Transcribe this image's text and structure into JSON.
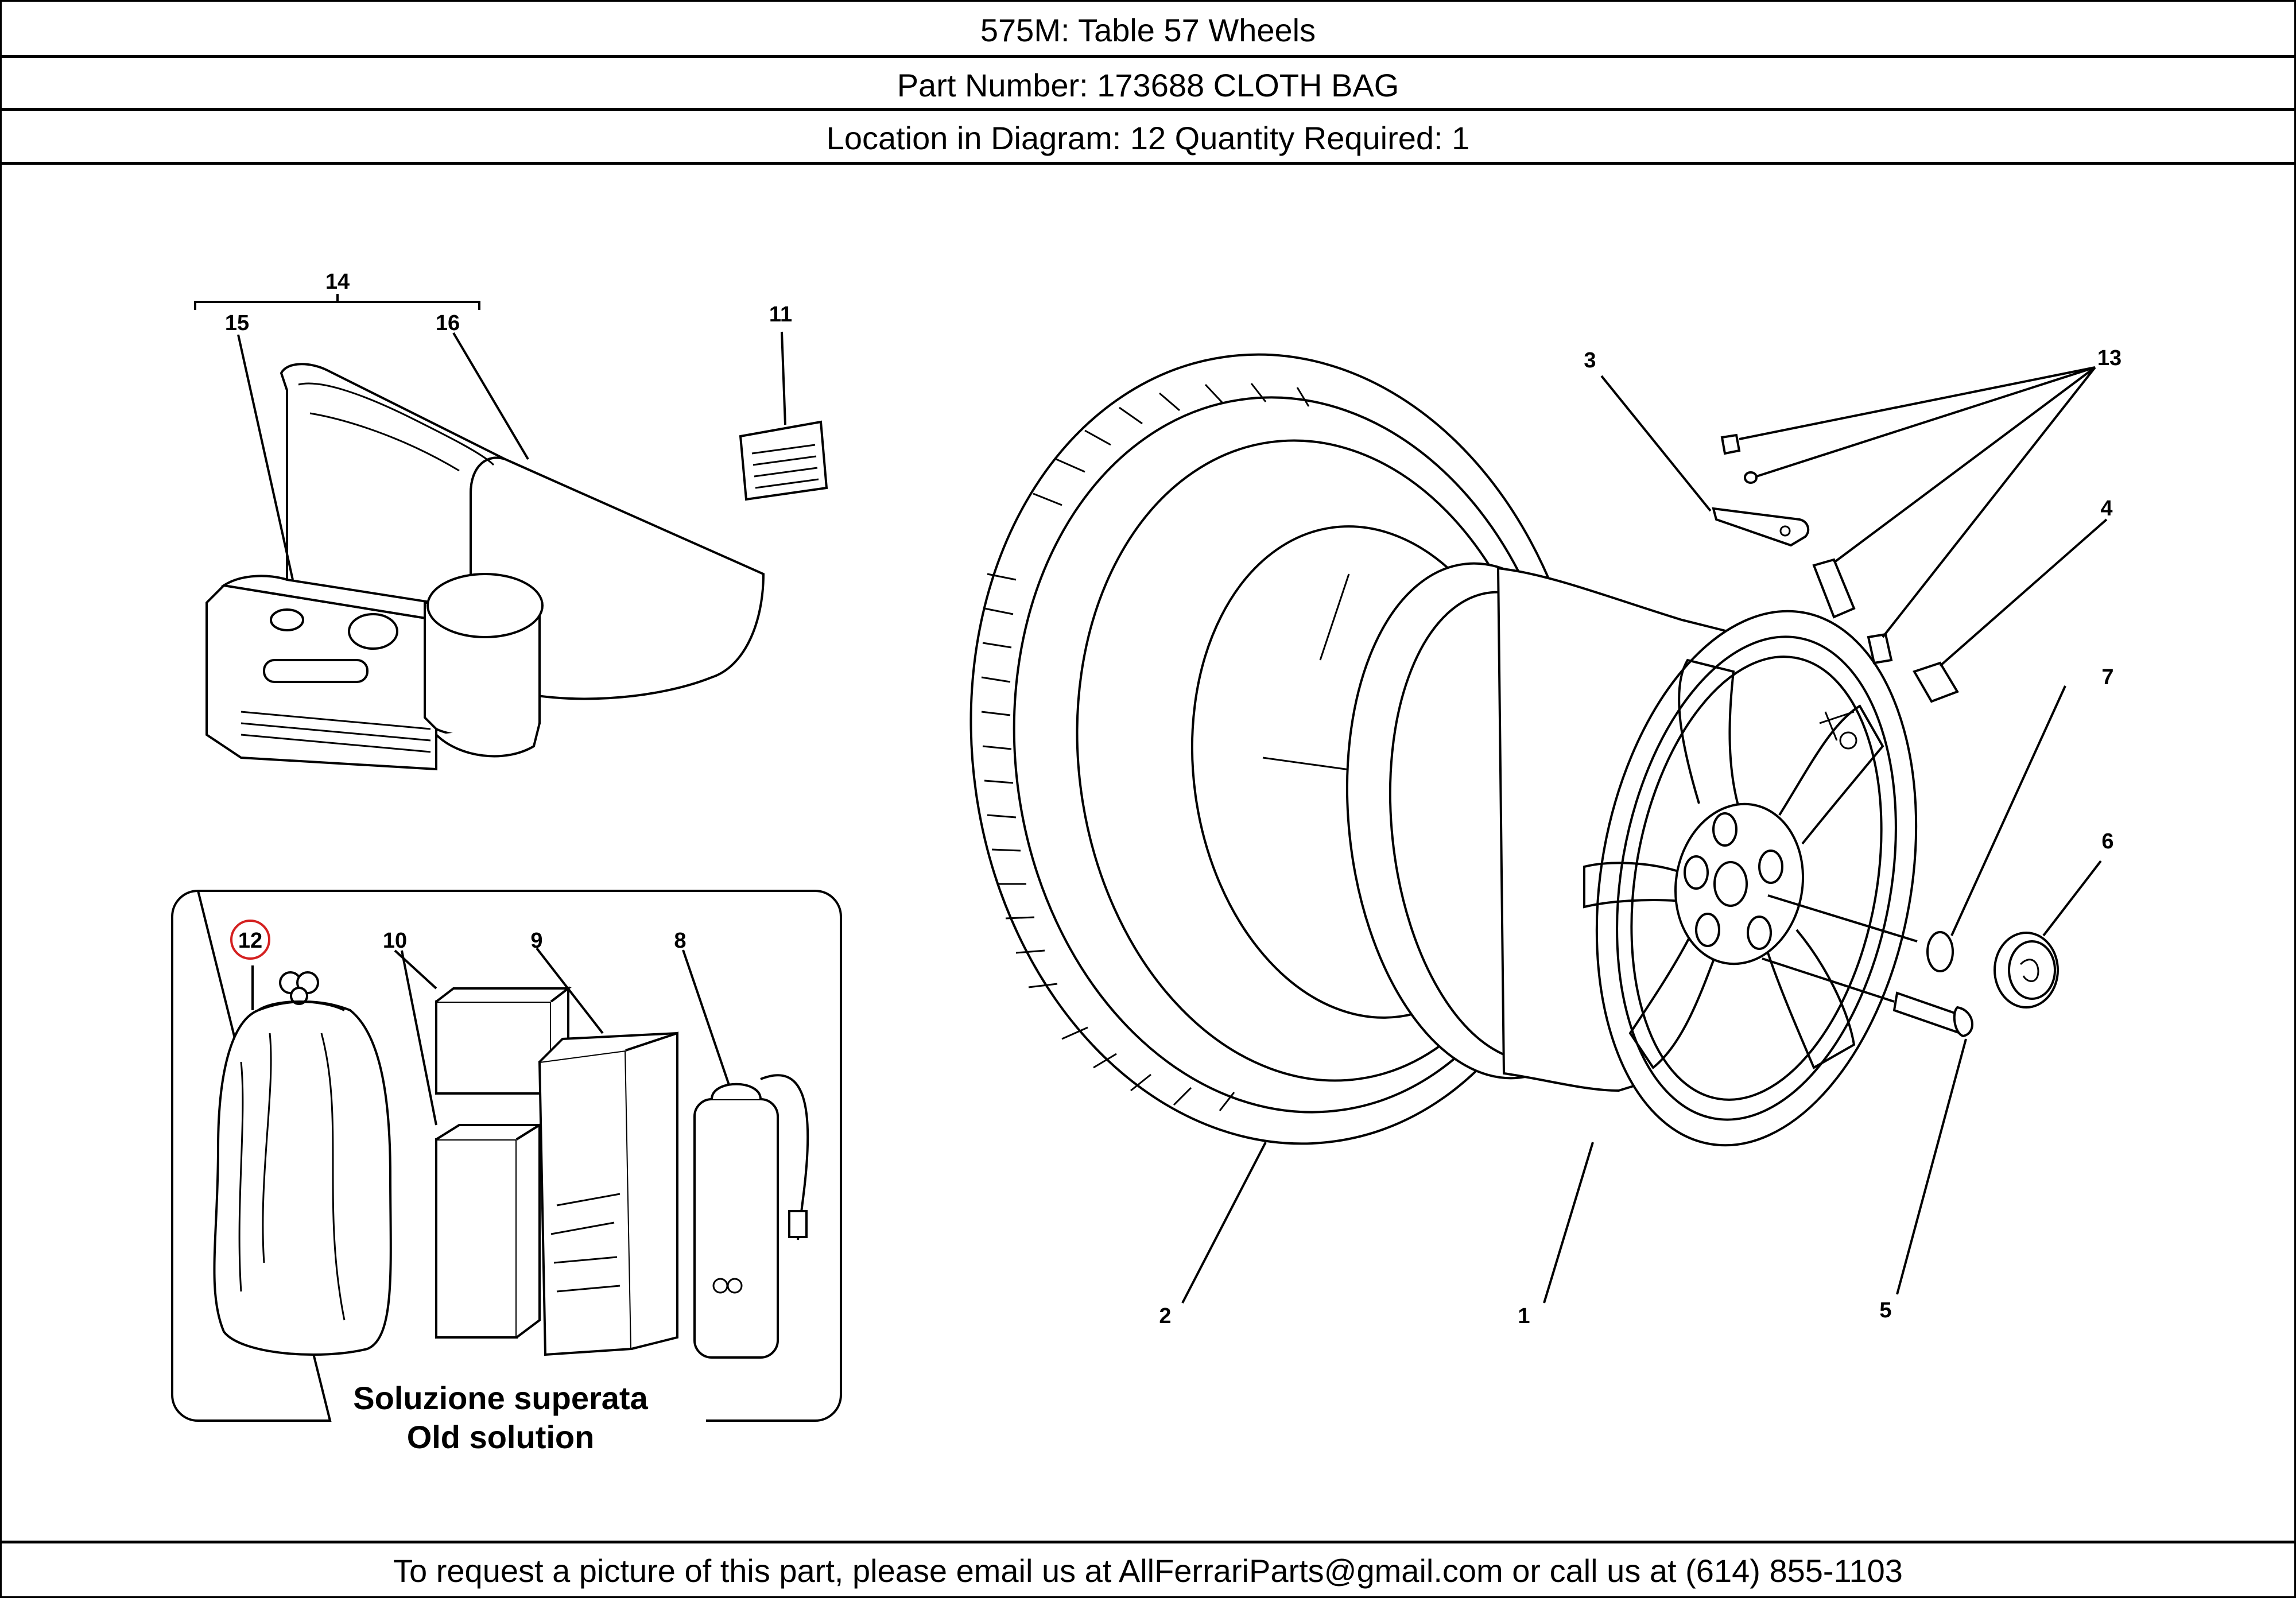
{
  "header": {
    "title": "575M:   Table 57 Wheels",
    "part": "Part Number: 173688    CLOTH BAG",
    "location": "Location in Diagram: 12   Quantity Required: 1"
  },
  "diagram": {
    "callouts": {
      "c1": "1",
      "c2": "2",
      "c3": "3",
      "c4": "4",
      "c5": "5",
      "c6": "6",
      "c7": "7",
      "c8": "8",
      "c9": "9",
      "c10": "10",
      "c11": "11",
      "c12": "12",
      "c13": "13",
      "c14": "14",
      "c15": "15",
      "c16": "16"
    },
    "highlighted_callout": "12",
    "highlight_color": "#d42020",
    "inset_caption_line1": "Soluzione superata",
    "inset_caption_line2": "Old solution"
  },
  "footer": {
    "text": "To request a picture of this part, please email us at AllFerrariParts@gmail.com or call us at (614) 855-1103"
  }
}
